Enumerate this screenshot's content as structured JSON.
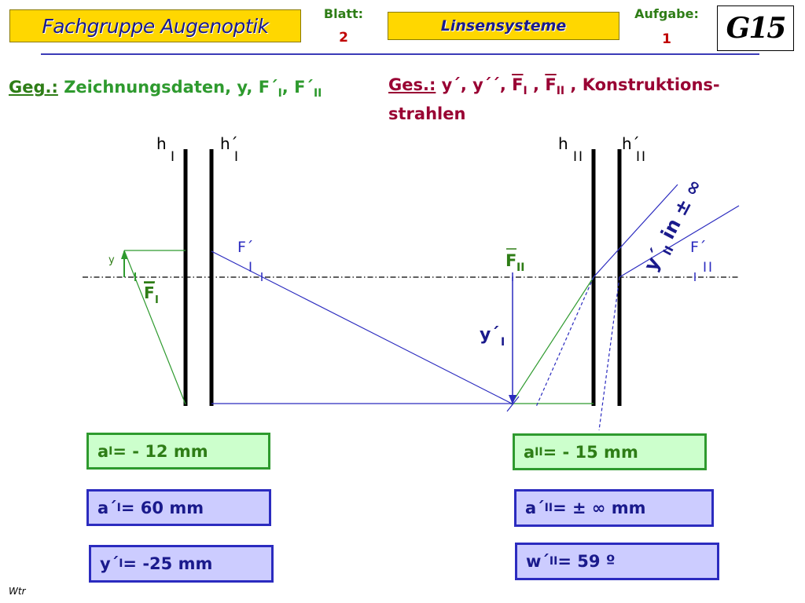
{
  "header": {
    "title": "Fachgruppe  Augenoptik",
    "sheet_label": "Blatt:",
    "sheet_value": "2",
    "topic": "Linsensysteme",
    "task_label": "Aufgabe:",
    "task_value": "1",
    "logo": "G15"
  },
  "given": {
    "label": "Geg.:",
    "text": "Zeichnungsdaten, y, F´",
    "sub1": "I",
    "sep": ", F´",
    "sub2": "II"
  },
  "sought": {
    "label": "Ges.:",
    "p1": " y´, y´´, ",
    "f1": "F",
    "f1_sub": "I",
    "p2": " , ",
    "f2": "F",
    "f2_sub": "II",
    "p3": " , Konstruktions-strahlen"
  },
  "diagram": {
    "plane_hI": "h",
    "plane_hI_sub": "I",
    "plane_hpI": "h´",
    "plane_hpI_sub": "I",
    "plane_hII": "h",
    "plane_hII_sub": "II",
    "plane_hpII": "h´",
    "plane_hpII_sub": "II",
    "y_label": "y",
    "FI_label": "F",
    "FI_sub": "I",
    "FpI_label": "F´",
    "FpI_sub": "I",
    "FII_label": "F",
    "FII_sub": "II",
    "FpII_label": "F´",
    "FpII_sub": "II",
    "ypI_label": "y´",
    "ypI_sub": "I",
    "ypII_label": "y´",
    "ypII_sub": "II",
    "ypII_suffix": " in ± ∞"
  },
  "values": {
    "aI": {
      "pre": "a",
      "sub": "I",
      "post": " = - 12 mm"
    },
    "apI": {
      "pre": "a´",
      "sub": "I",
      "post": " = 60 mm"
    },
    "ypI": {
      "pre": "y´",
      "sub": "I",
      "post": " = -25 mm"
    },
    "aII": {
      "pre": "a",
      "sub": "II",
      "post": " = - 15 mm"
    },
    "apII": {
      "pre": "a´",
      "sub": "II",
      "post": " =  ± ∞  mm"
    },
    "wpII": {
      "pre": "w´",
      "sub": "II",
      "post": " = 59 º"
    }
  },
  "footer": {
    "author": "Wtr"
  },
  "colors": {
    "header_fill": "#ffd700",
    "header_text": "#1a1a8c",
    "green": "#2e9a2e",
    "blue": "#2b2bbf",
    "maroon": "#990033",
    "red": "#c00000"
  }
}
